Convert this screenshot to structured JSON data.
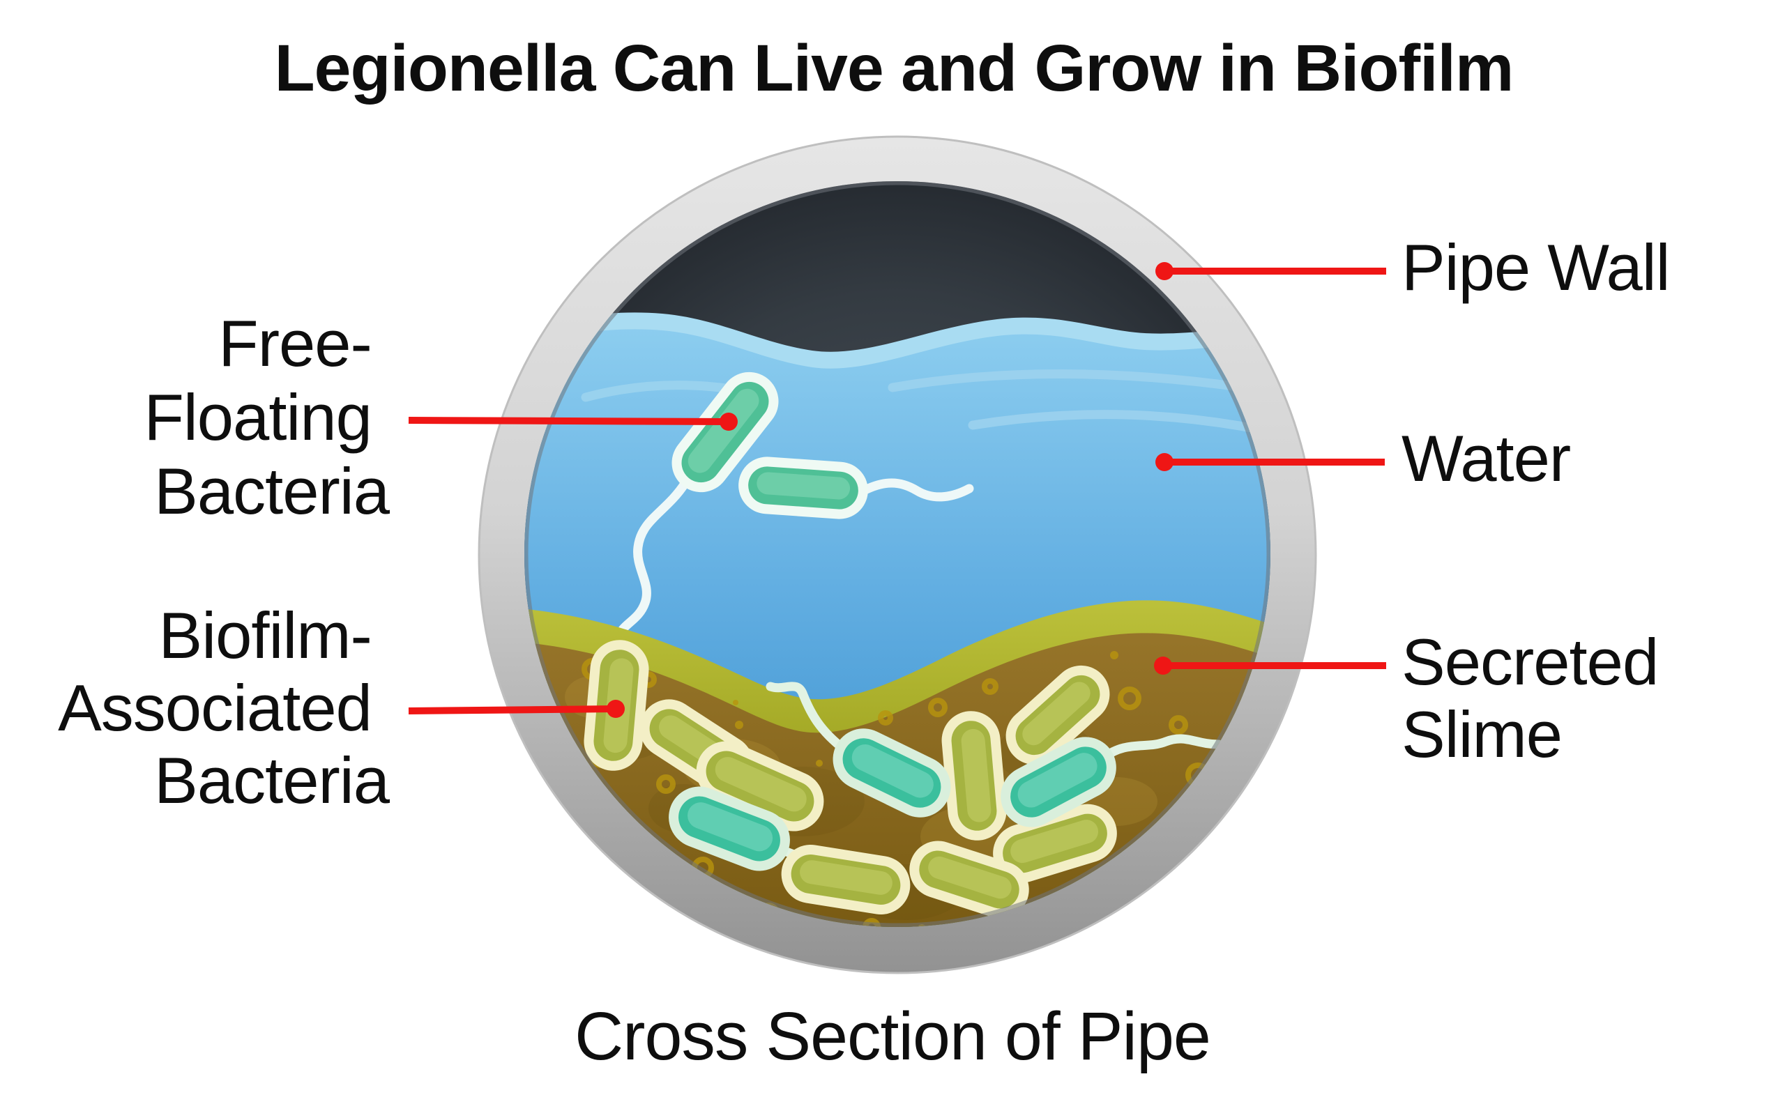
{
  "title": "Legionella Can Live and Grow in Biofilm",
  "caption": "Cross Section of Pipe",
  "labels": {
    "free_floating": {
      "line1": "Free-",
      "line2": "Floating",
      "line3": "Bacteria"
    },
    "biofilm_associated": {
      "line1": "Biofilm-",
      "line2": "Associated",
      "line3": "Bacteria"
    },
    "pipe_wall": "Pipe Wall",
    "water": "Water",
    "secreted_slime": {
      "line1": "Secreted",
      "line2": "Slime"
    }
  },
  "colors": {
    "leader_red": "#ef1615",
    "ink": "#0e0e0e",
    "pipe_ring_light": "#e3e3e3",
    "pipe_ring_dark": "#939393",
    "pipe_interior_center": "#49525a",
    "pipe_interior_edge": "#262b31",
    "water_surface_band": "#a9dcf2",
    "water_top": "#8ccdef",
    "water_deep": "#3f93d0",
    "slime_yellow": "#b9be3a",
    "biofilm_brown": "#8b6a1c",
    "bubble_yellow": "#b8940e",
    "rod_olive": "#a5b341",
    "rod_olive_outline": "#f3efc6",
    "rod_teal": "#3bbf9d",
    "rod_teal_outline": "#d9efdc",
    "free_bacteria_fill": "#4fc096",
    "free_bacteria_outline": "#effaf4"
  }
}
